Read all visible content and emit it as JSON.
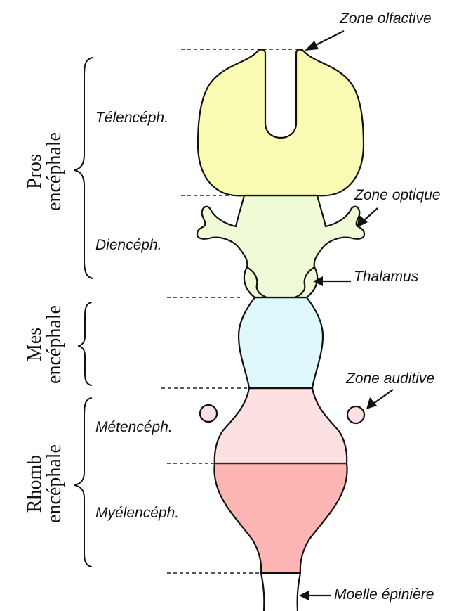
{
  "colors": {
    "telencephale": "#fafbb3",
    "diencephale": "#eefbd6",
    "mesencephale": "#def8fc",
    "metencephale": "#fde0e2",
    "myelencephale": "#fdb6b4",
    "moelle": "#ffffff",
    "outline": "#111111"
  },
  "regions": {
    "pros": {
      "line1": "Pros",
      "line2": "encéphale"
    },
    "mes": {
      "line1": "Mes",
      "line2": "encéphale"
    },
    "rhomb": {
      "line1": "Rhomb",
      "line2": "encéphale"
    }
  },
  "subdivisions": {
    "telencephale": "Télencéph.",
    "diencephale": "Diencéph.",
    "metencephale": "Métencéph.",
    "myelencephale": "Myélencéph."
  },
  "annotations": {
    "zone_olfactive": "Zone olfactive",
    "zone_optique": "Zone optique",
    "thalamus": "Thalamus",
    "zone_auditive": "Zone auditive",
    "moelle_epiniere": "Moelle épinière"
  }
}
